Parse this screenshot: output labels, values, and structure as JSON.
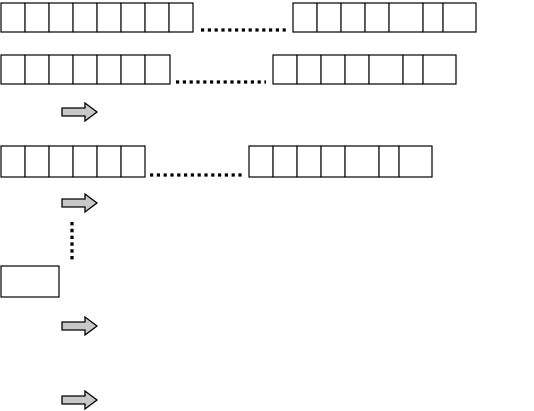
{
  "diagram": {
    "colors": {
      "stroke": "#000000",
      "cell_fill": "#ffffff",
      "arrow_fill": "#c8c8c8",
      "dots": "#000000"
    },
    "icons": [
      "right-arrow-icon",
      "vertical-dots-icon",
      "horizontal-dots-icon"
    ],
    "rows": [
      {
        "left_cells": 8,
        "right_cells": 7
      },
      {
        "left_cells": 7,
        "right_cells": 7
      },
      {
        "left_cells": 6,
        "right_cells": 7
      }
    ],
    "remaining_cells": 1,
    "arrow_count": 4
  }
}
